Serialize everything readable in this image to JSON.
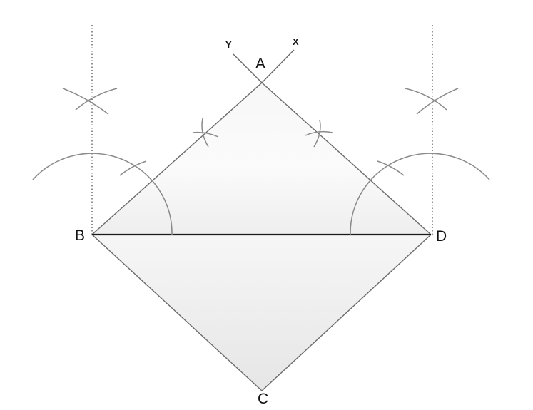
{
  "diagram": {
    "labels": {
      "A": "A",
      "B": "B",
      "C": "C",
      "D": "D",
      "X": "X",
      "Y": "Y"
    },
    "colors": {
      "shape_fill_top": "#ffffff",
      "shape_fill_bottom": "#e9e9e9",
      "edge": "#6b6b6b",
      "diagonal": "#1a1a1a",
      "arc": "#8a8a8a",
      "guide": "#222222"
    }
  }
}
